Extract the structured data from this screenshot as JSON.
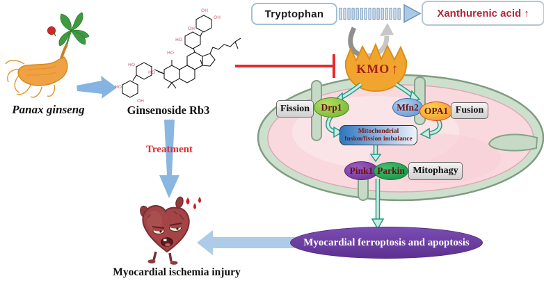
{
  "top_pathway": {
    "tryptophan_label": "Tryptophan",
    "xanthurenic_label": "Xanthurenic acid",
    "xanthurenic_arrow": "↑",
    "kmo_label": "KMO",
    "kmo_arrow": "↑"
  },
  "mitochondria": {
    "fission_label": "Fission",
    "drp1_label": "Drp1",
    "mfn2_label": "Mfn2",
    "opa1_label": "OPA1",
    "fusion_label": "Fusion",
    "imbalance_line1": "Mitochondrial",
    "imbalance_line2": "fusion/fission imbalance",
    "pink1_label": "Pink1",
    "parkin_label": "Parkin",
    "mitophagy_label": "Mitophagy"
  },
  "outcome": {
    "ferroptosis_label": "Myocardial ferroptosis and apoptosis"
  },
  "ginseng": {
    "plant_label": "Panax ginseng",
    "compound_label": "Ginsenoside Rb3",
    "treatment_label": "Treatment",
    "injury_label": "Myocardial ischemia injury"
  },
  "molecule_labels": [
    "HO",
    "HO",
    "OH",
    "OH",
    "OH",
    "HO",
    "HO",
    "OH",
    "HO"
  ],
  "colors": {
    "red_accent": "#e62a2c",
    "kmo_text_red": "#a6201c",
    "kmo_orange": "#f2a52e",
    "mito_membrane_green": "#cde0cd",
    "mito_matrix_pink": "#f9d9de",
    "teal_arrow": "#1e9c8b",
    "blue_arrow": "#8ab6e2",
    "light_blue_arrow": "#aecbe9",
    "purple_ellipse": "#6b3fa0",
    "xanthurenic_red": "#b22838"
  }
}
